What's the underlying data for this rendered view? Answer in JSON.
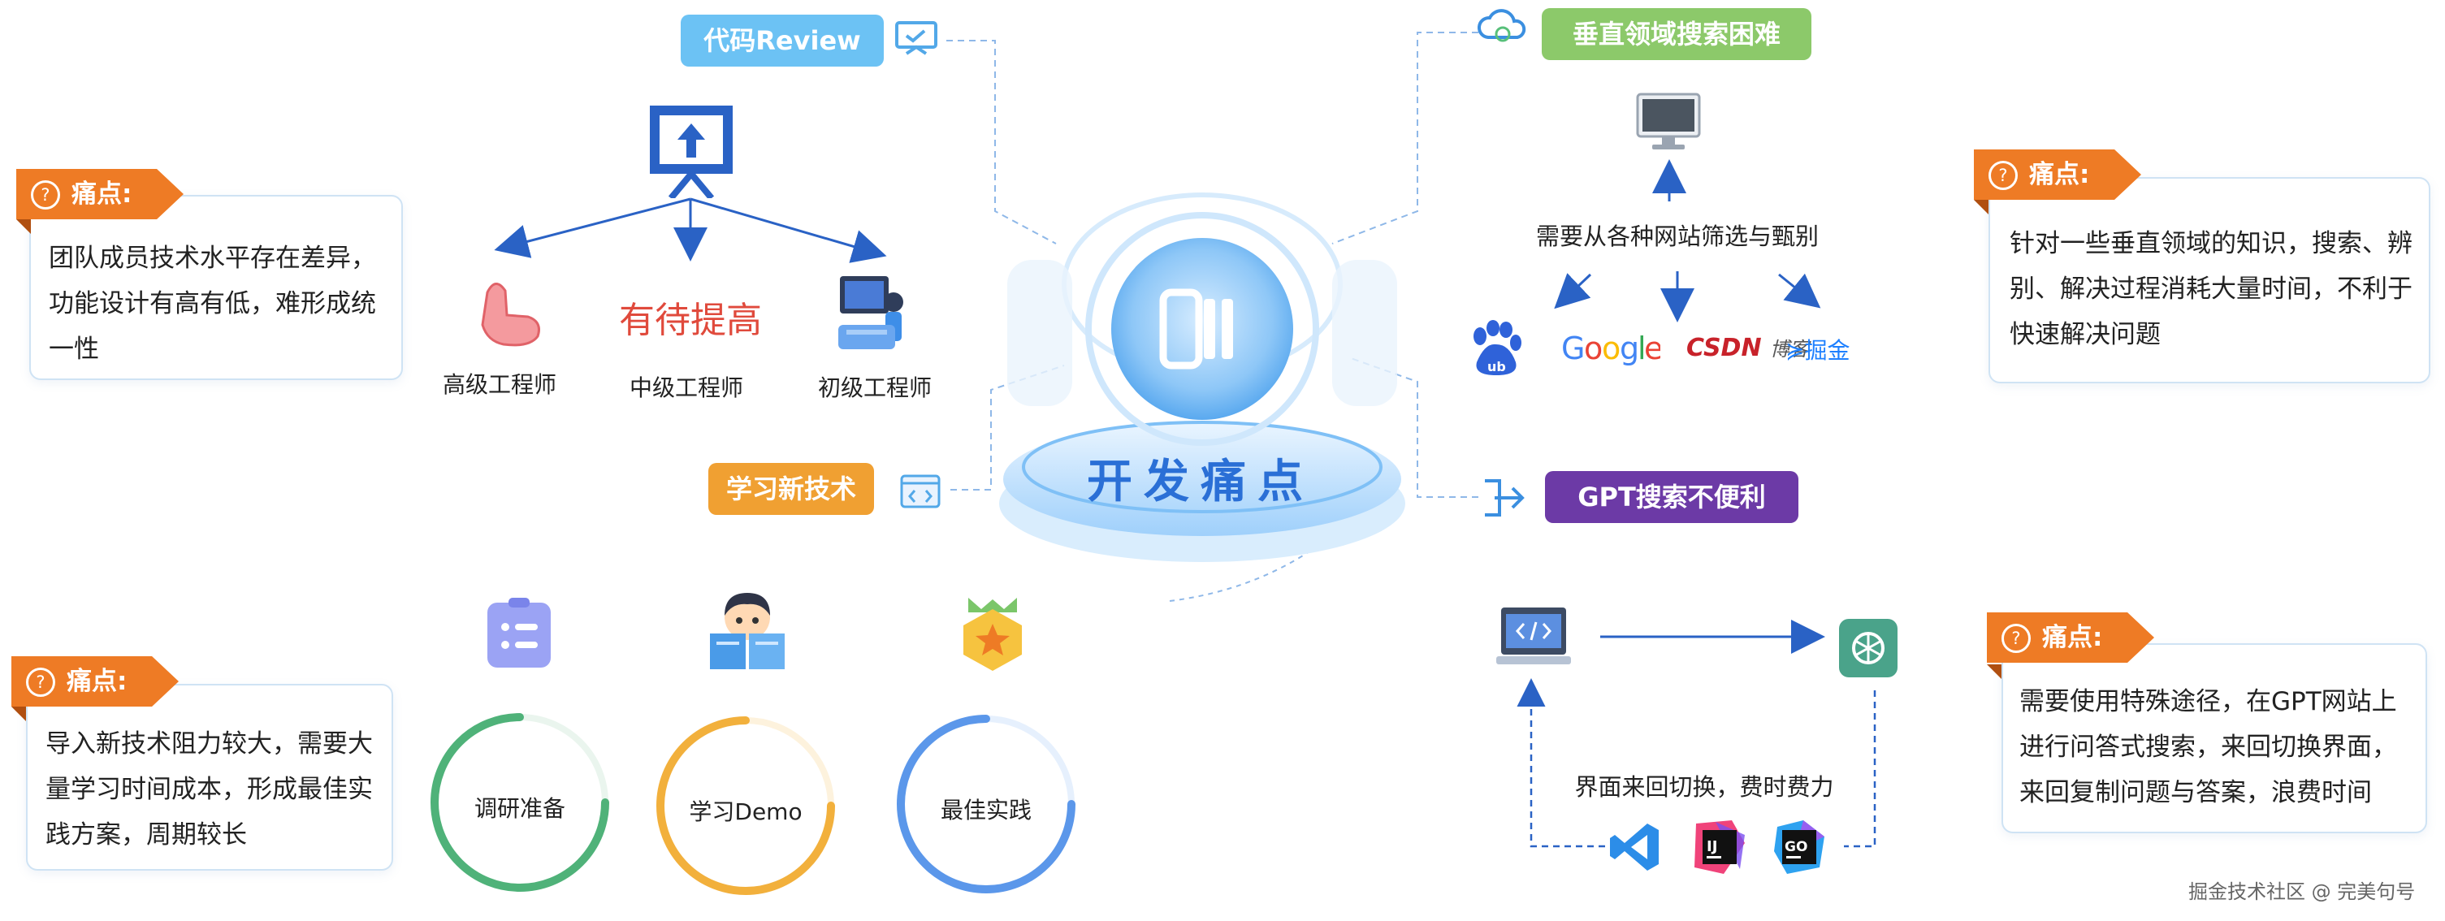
{
  "pain_tag": "痛点:",
  "cards": {
    "top_left": [
      "团队成员技术水平存在差异，",
      "功能设计有高有低，难形成统",
      "一性"
    ],
    "bottom_left": [
      "导入新技术阻力较大，需要大",
      "量学习时间成本，形成最佳实",
      "践方案，周期较长"
    ],
    "top_right": [
      "针对一些垂直领域的知识，搜索、辨",
      "别、解决过程消耗大量时间，不利于",
      "快速解决问题"
    ],
    "bottom_right": [
      "需要使用特殊途径，在GPT网站上",
      "进行问答式搜索，来回切换界面，",
      "来回复制问题与答案，浪费时间"
    ]
  },
  "pills": {
    "code_review": "代码Review",
    "learn_new": "学习新技术",
    "vertical_search": "垂直领域搜索困难",
    "gpt_search": "GPT搜索不便利"
  },
  "center_title": "开发痛点",
  "engineers": {
    "senior": "高级工程师",
    "middle_text": "有待提高",
    "middle": "中级工程师",
    "junior": "初级工程师"
  },
  "rings": [
    "调研准备",
    "学习Demo",
    "最佳实践"
  ],
  "vertical": {
    "caption": "需要从各种网站筛选与甄别",
    "logos": [
      "Google",
      "CSDN",
      "博客",
      "掘金"
    ]
  },
  "gpt_caption": "界面来回切换，费时费力",
  "watermark": "掘金技术社区 @ 完美句号",
  "colors": {
    "orange": "#ee7b25",
    "blue_pill": "#6cc2f4",
    "green_pill": "#8cc96a",
    "purple_pill": "#6c3aa6",
    "orange_pill": "#f0a032",
    "accent_blue": "#2a6fd6"
  }
}
